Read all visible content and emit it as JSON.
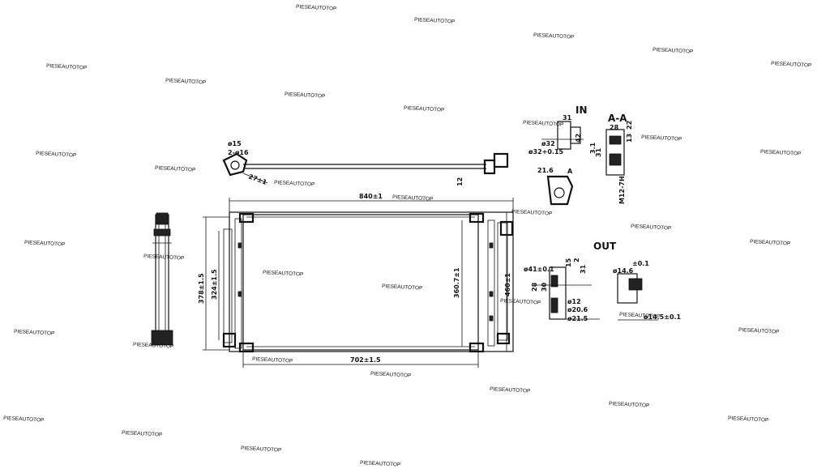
{
  "watermark_text": "PIESEAUTOTOP",
  "section_titles": {
    "in": "IN",
    "out": "OUT",
    "section_aa": "A-A"
  },
  "dimensions": {
    "overall_width": "840±1",
    "core_width": "702±1.5",
    "overall_height": "378±1.5",
    "core_height_left": "324±1.5",
    "core_height_right": "360.7±1",
    "side_height": "460±1",
    "pipe_dia_15": "ø15",
    "pipe_dia_16": "2-ø16",
    "pipe_27": "27±1",
    "pipe_12": "12",
    "in_31": "31",
    "in_42": "42",
    "in_32": "ø32",
    "in_32_tol": "ø32+0.15",
    "in_21_6": "21.6",
    "in_3_1": "3.1",
    "in_aa_28": "28",
    "in_aa_13": "13",
    "in_aa_22": "22",
    "in_aa_31": "31",
    "in_aa_thread": "M12-7H",
    "in_ang": "A",
    "out_41": "ø41±0.1",
    "out_15": "15",
    "out_2": "2",
    "out_31": "31",
    "out_28": "28",
    "out_30": "30",
    "out_12": "ø12",
    "out_20_6": "ø20.6",
    "out_21_5": "ø21.5",
    "out_14_6": "ø14.6",
    "out_14_5": "ø14.5±0.1",
    "out_tol": "±0.1"
  }
}
